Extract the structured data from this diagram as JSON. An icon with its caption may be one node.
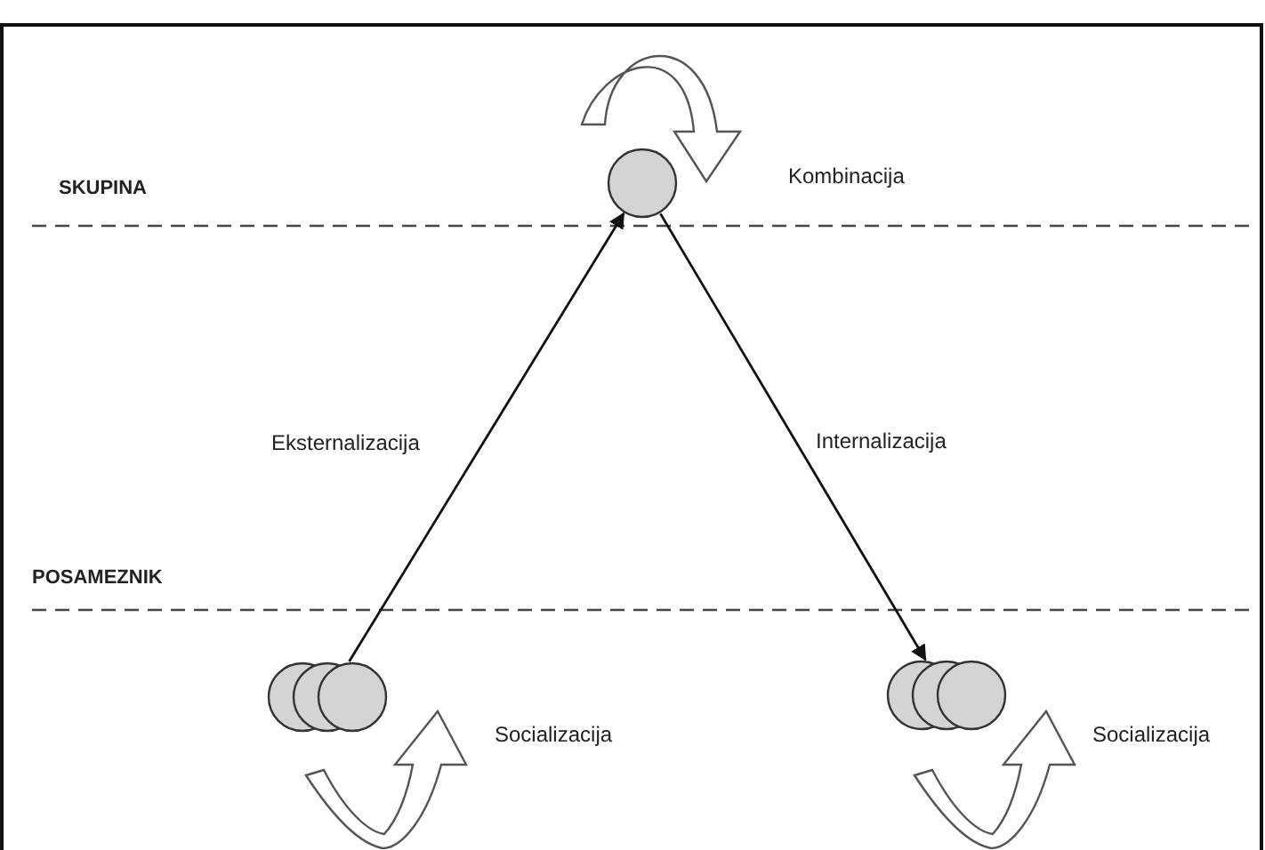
{
  "diagram": {
    "nodes": [
      {
        "text": [],
        "shape": "circle"
      },
      {
        "text": [],
        "shape": "circle"
      },
      {
        "text": [],
        "shape": "circle"
      }
    ],
    "edges": [
      {
        "from": 1,
        "to": 0,
        "arrow": "to",
        "label": "Eksternalizacija"
      },
      {
        "from": 0,
        "to": 2,
        "arrow": "to",
        "label": "Internalizacija"
      }
    ],
    "labels": [
      "SKUPINA",
      "Kombinacija",
      "POSAMEZNIK",
      "Socializacija",
      "Socializacija"
    ]
  }
}
